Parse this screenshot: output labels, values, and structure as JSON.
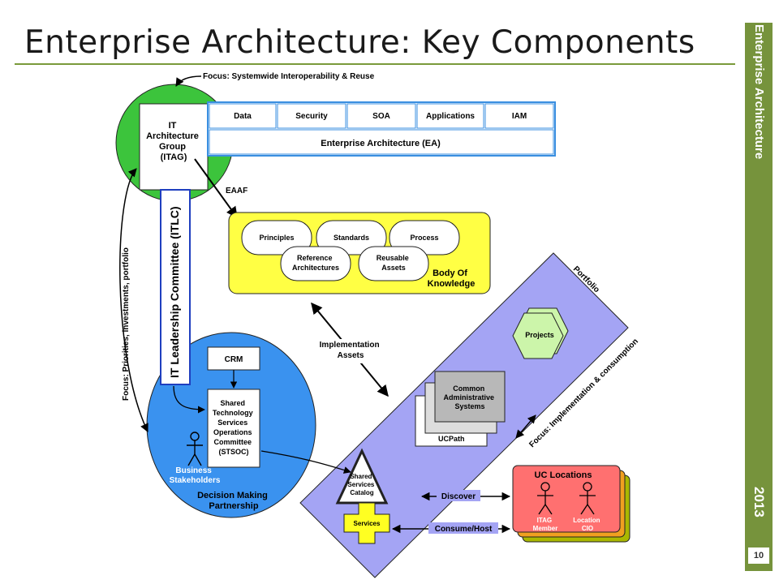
{
  "title": "Enterprise Architecture: Key Components",
  "sidebar": {
    "label": "Enterprise Architecture",
    "year": "2013",
    "page": "10"
  },
  "diagram": {
    "focus_top": "Focus: Systemwide Interoperability & Reuse",
    "focus_left": "Focus: Priorities, investments, portfolio",
    "focus_right": "Focus: Implementation & consumption",
    "itag": [
      "IT",
      "Architecture",
      "Group",
      "(ITAG)"
    ],
    "itlc": "IT Leadership Committee (ITLC)",
    "ea_tabs": [
      "Data",
      "Security",
      "SOA",
      "Applications",
      "IAM"
    ],
    "ea_label": "Enterprise Architecture (EA)",
    "eaaf": "EAAF",
    "bok_items": [
      "Principles",
      "Standards",
      "Process"
    ],
    "bok_ref": [
      "Reference",
      "Architectures"
    ],
    "bok_reuse": [
      "Reusable",
      "Assets"
    ],
    "bok_label": [
      "Body Of",
      "Knowledge"
    ],
    "impl_assets": [
      "Implementation",
      "Assets"
    ],
    "portfolio": "Portfolio",
    "projects": "Projects",
    "common_admin": [
      "Common",
      "Administrative",
      "Systems"
    ],
    "ucpath": "UCPath",
    "crm": "CRM",
    "stsoc": [
      "Shared",
      "Technology",
      "Services",
      "Operations",
      "Committee",
      "(STSOC)"
    ],
    "business": [
      "Business",
      "Stakeholders"
    ],
    "dmp": [
      "Decision Making",
      "Partnership"
    ],
    "ssc": [
      "Shared",
      "Services",
      "Catalog"
    ],
    "services": "Services",
    "discover": "Discover",
    "consume": "Consume/Host",
    "uc_locations": "UC Locations",
    "itag_member": [
      "ITAG",
      "Member"
    ],
    "location_cio": [
      "Location",
      "CIO"
    ]
  }
}
